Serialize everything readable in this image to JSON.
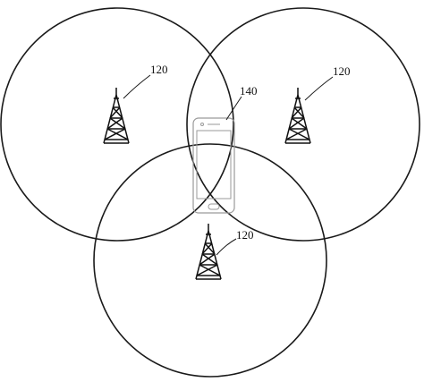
{
  "labels": {
    "tower_left": "120",
    "tower_right": "120",
    "tower_bottom": "120",
    "terminal": "140"
  },
  "colors": {
    "line": "#1a1a1a",
    "phone_outline": "#9a9a9a",
    "background": "#ffffff"
  },
  "icons": {
    "tower": "radio-tower-icon",
    "terminal": "smartphone-icon"
  }
}
